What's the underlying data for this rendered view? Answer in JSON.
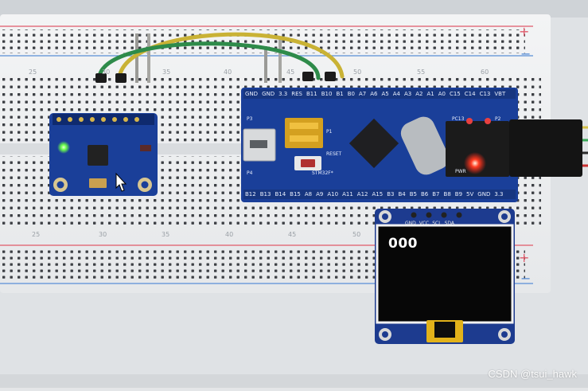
{
  "image": {
    "oled_display_text": "000",
    "watermark": "CSDN @tsui_hawk",
    "rail_labels": {
      "top_plus": "+",
      "top_minus": "−",
      "bottom_plus": "+",
      "bottom_minus": "−"
    },
    "breadboard_numbers_top": [
      "25",
      "30",
      "35",
      "40",
      "45",
      "50",
      "55",
      "60"
    ],
    "breadboard_numbers_bottom": [
      "25",
      "30",
      "35",
      "40",
      "45",
      "50"
    ],
    "stm32_pins_top": [
      "GND",
      "GND",
      "3.3",
      "RES",
      "B11",
      "B10",
      "B1",
      "B0",
      "A7",
      "A6",
      "A5",
      "A4",
      "A3",
      "A2",
      "A1",
      "A0",
      "C15",
      "C14",
      "C13",
      "VBT"
    ],
    "stm32_pins_bottom": [
      "B12",
      "B13",
      "B14",
      "B15",
      "A8",
      "A9",
      "A10",
      "A11",
      "A12",
      "A15",
      "B3",
      "B4",
      "B5",
      "B6",
      "B7",
      "B8",
      "B9",
      "5V",
      "GND",
      "3.3"
    ],
    "stm32_labels": {
      "p3": "P3",
      "p1": "P1",
      "reset": "RESET",
      "chip": "STM32F*",
      "p4": "P4",
      "pc13": "PC13",
      "pwr": "PWR",
      "p2": "P2"
    },
    "oled_pins": [
      "GND",
      "VCC",
      "SCL",
      "SDA"
    ],
    "colors": {
      "breadboard": "#eceef0",
      "pcb_blue": "#1a3f99",
      "wire_green": "#2e8b4a",
      "wire_yellow": "#c9b235",
      "red_led": "#ff2a1a",
      "green_led": "#6cff4a",
      "rail_red": "#e05a6a",
      "rail_blue": "#5a8fd6"
    }
  }
}
